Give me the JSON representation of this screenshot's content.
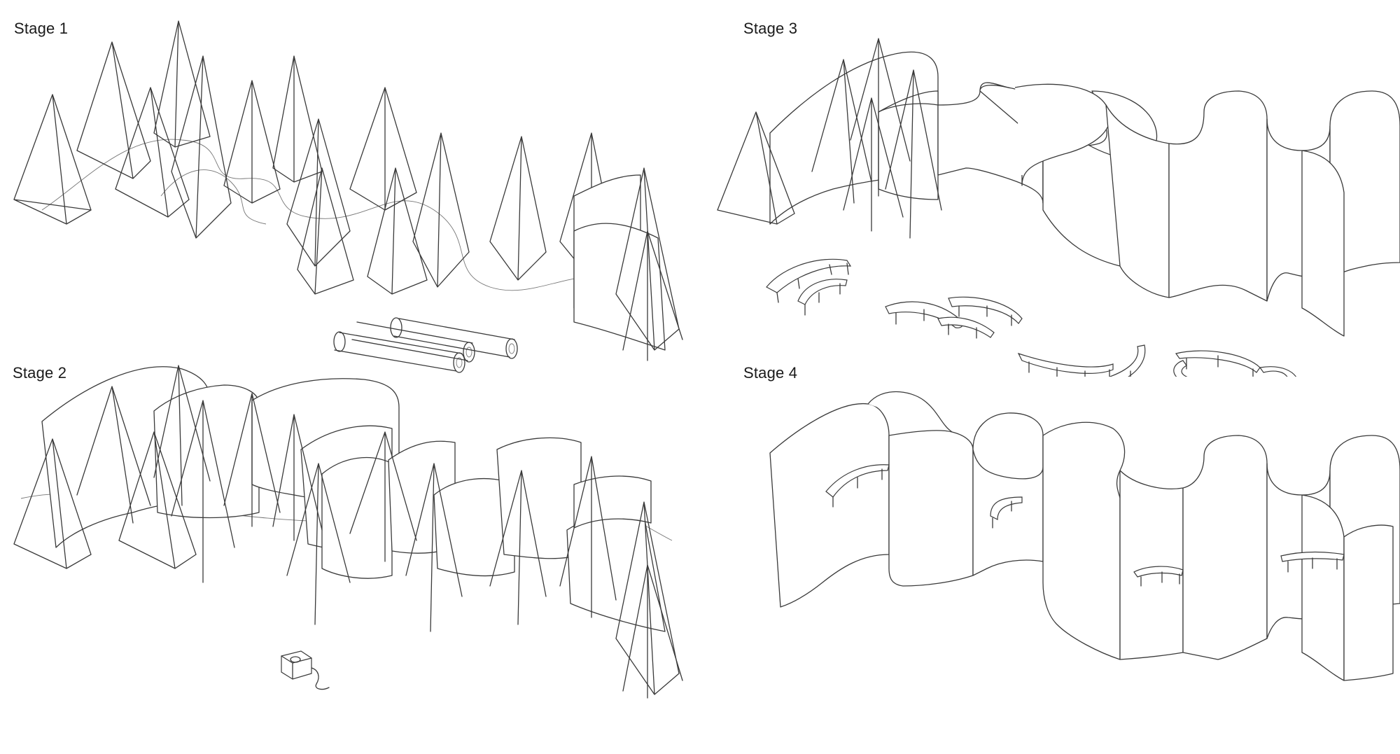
{
  "stages": [
    {
      "label": "Stage 1"
    },
    {
      "label": "Stage 2"
    },
    {
      "label": "Stage 3"
    },
    {
      "label": "Stage 4"
    }
  ],
  "colors": {
    "background": "#ffffff",
    "line": "#3a3a3a",
    "label": "#1a1a1a"
  }
}
